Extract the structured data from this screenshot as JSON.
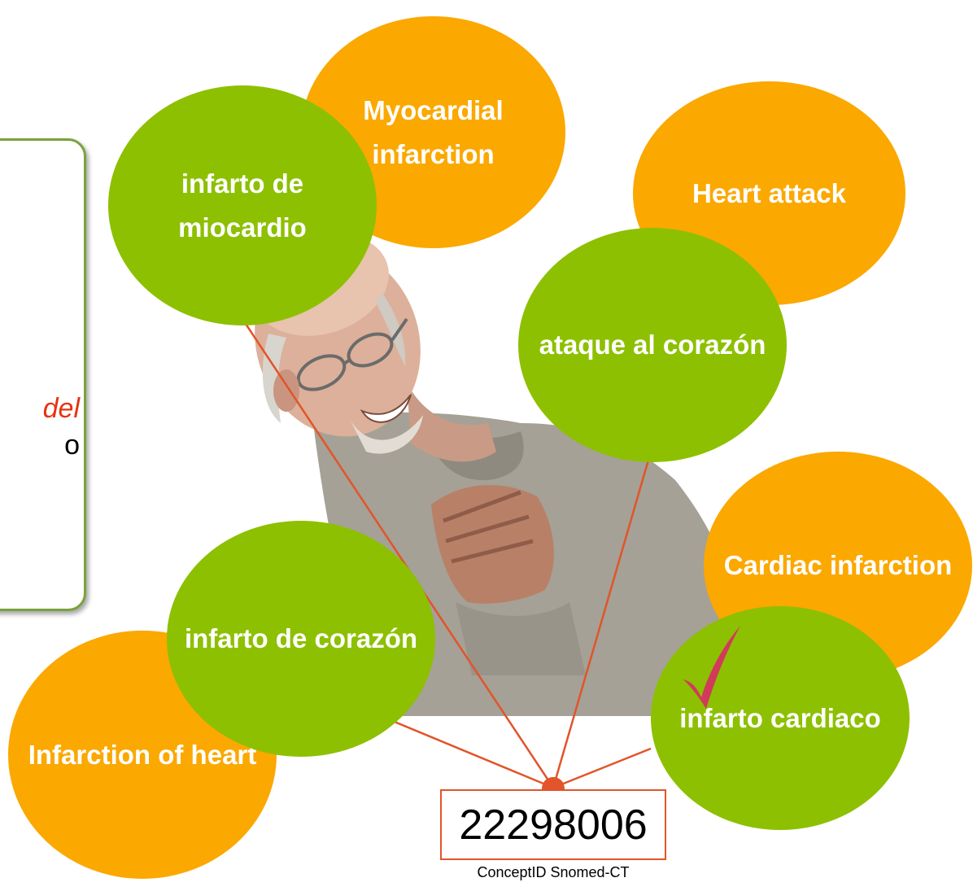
{
  "callout": {
    "fragment_red": "del",
    "fragment_black": "o"
  },
  "terms": {
    "myocardial_infarction": "Myocardial infarction",
    "infarto_de_miocardio": "infarto de miocardio",
    "heart_attack": "Heart attack",
    "ataque_al_corazon": "ataque al corazón",
    "cardiac_infarction": "Cardiac infarction",
    "infarto_de_corazon": "infarto de corazón",
    "infarction_of_heart": "Infarction of heart",
    "infarto_cardiaco": "infarto cardiaco"
  },
  "concept": {
    "id": "22298006",
    "caption": "ConceptID Snomed-CT"
  },
  "colors": {
    "english_bubble": "#fba800",
    "spanish_bubble": "#8dc000",
    "link_line": "#e2542a",
    "checkmark": "#d13a5a",
    "callout_border": "#77a33a"
  },
  "icons": [
    "checkmark-icon"
  ]
}
